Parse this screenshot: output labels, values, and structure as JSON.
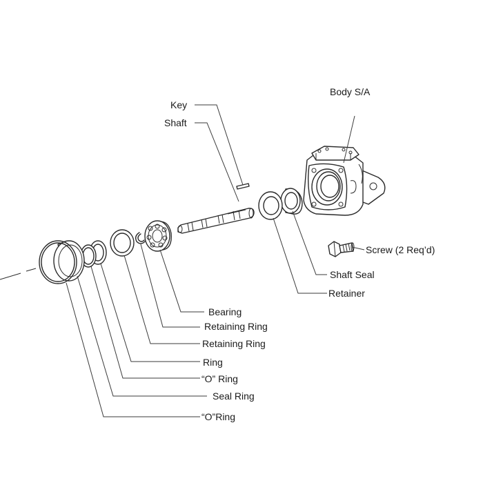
{
  "labels": {
    "body": "Body S/A",
    "key": "Key",
    "shaft": "Shaft",
    "screw": "Screw (2 Req’d)",
    "shaft_seal": "Shaft Seal",
    "retainer": "Retainer",
    "bearing": "Bearing",
    "retaining_ring_1": "Retaining Ring",
    "retaining_ring_2": "Retaining Ring",
    "ring": "Ring",
    "o_ring_1": "“O” Ring",
    "seal_ring": "Seal Ring",
    "o_ring_2": "“O”Ring"
  }
}
